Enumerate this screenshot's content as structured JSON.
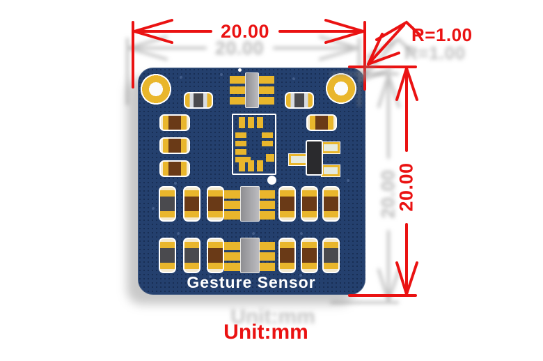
{
  "board": {
    "silkscreen_title": "Gesture Sensor"
  },
  "dimensions": {
    "width_label": "20.00",
    "height_label": "20.00",
    "corner_radius_label": "R=1.00",
    "unit_label": "Unit:mm"
  },
  "colors": {
    "pcb_blue": "#24406e",
    "pad_gold": "#e9b62c",
    "pad_cream": "#f4ead0",
    "silkscreen_white": "#ffffff",
    "dimension_red": "#ea1212",
    "component_brown": "#6a3a17",
    "component_gray": "#4a4a4e",
    "ic_gray": "#a6a6aa",
    "shadow_gray": "#878787"
  }
}
